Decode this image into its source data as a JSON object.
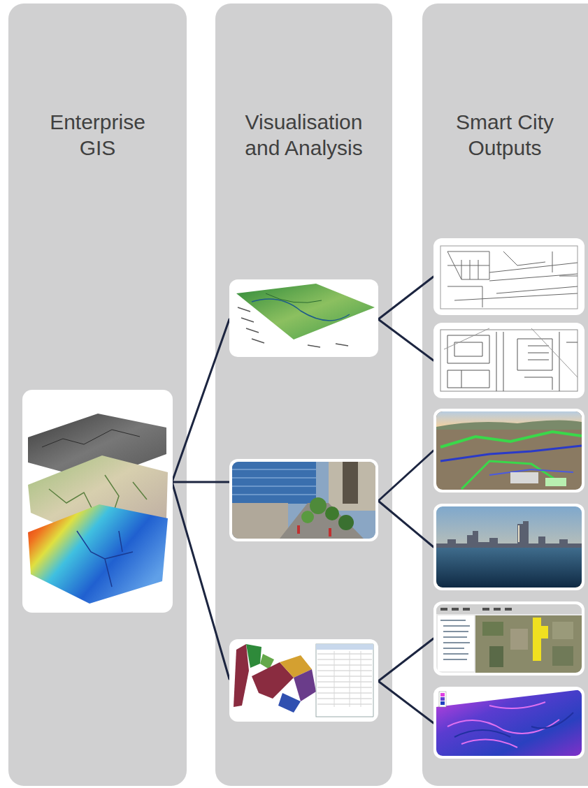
{
  "diagram": {
    "nodes": [
      {
        "text": [
          "Enterprise GIS"
        ]
      },
      {
        "text": [
          "Visualisation and Analysis"
        ]
      },
      {
        "text": [
          "Smart City Outputs"
        ]
      }
    ]
  }
}
